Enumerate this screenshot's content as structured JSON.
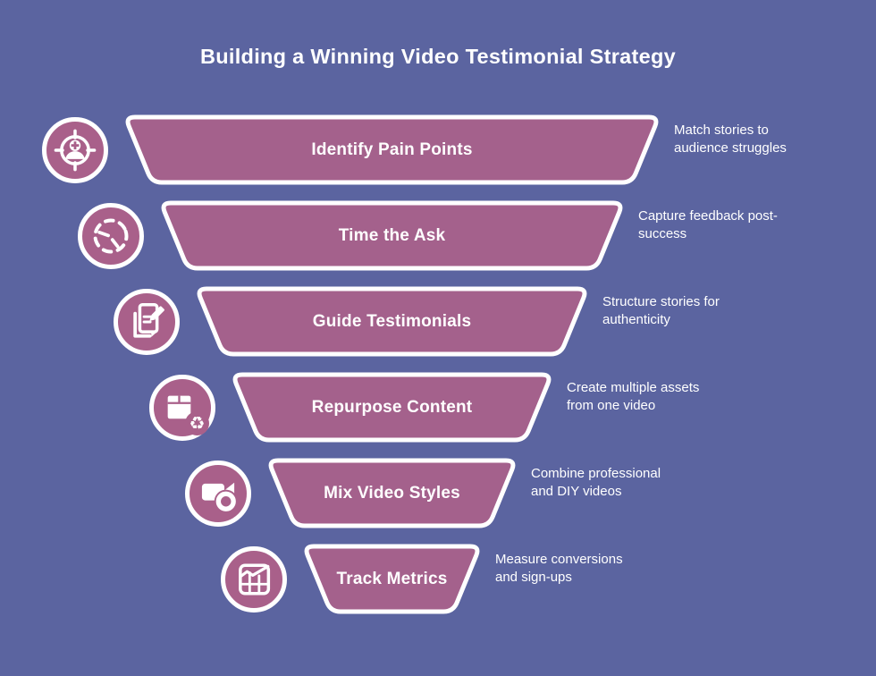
{
  "title": "Building a Winning Video Testimonial Strategy",
  "colors": {
    "background": "#5b64a0",
    "funnel_fill": "#a4618c",
    "icon_fill": "#a9608a",
    "stroke": "#ffffff",
    "text": "#ffffff"
  },
  "steps": [
    {
      "label": "Identify Pain Points",
      "description": "Match stories to\naudience struggles",
      "icon": "target-audience-icon"
    },
    {
      "label": "Time the Ask",
      "description": "Capture feedback post-\nsuccess",
      "icon": "timer-icon"
    },
    {
      "label": "Guide Testimonials",
      "description": "Structure stories for\nauthenticity",
      "icon": "script-pencil-icon"
    },
    {
      "label": "Repurpose Content",
      "description": "Create multiple assets\nfrom one video",
      "icon": "repurpose-box-icon"
    },
    {
      "label": "Mix Video Styles",
      "description": "Combine professional\nand DIY videos",
      "icon": "video-camera-icon"
    },
    {
      "label": "Track Metrics",
      "description": "Measure conversions\nand sign-ups",
      "icon": "metrics-chart-icon"
    }
  ],
  "recycle_glyph": "♻"
}
